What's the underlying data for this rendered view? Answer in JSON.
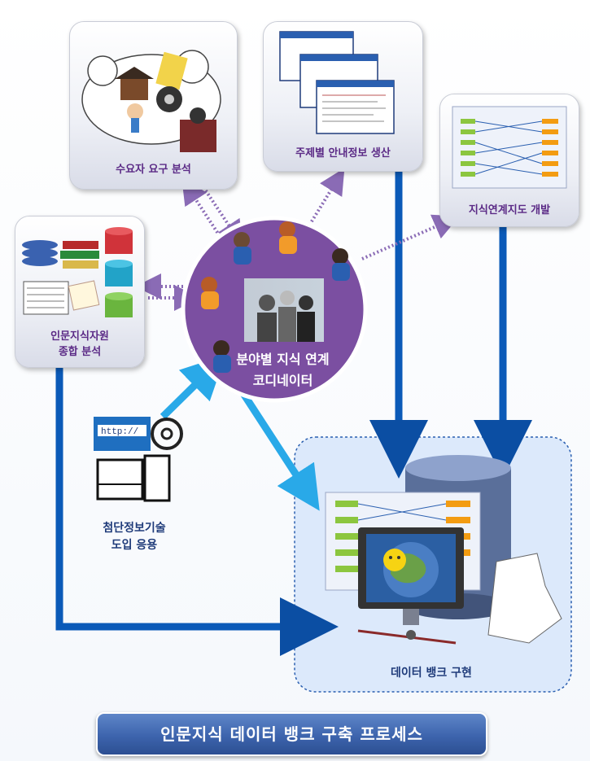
{
  "nodes": {
    "demand": {
      "label": "수요자 요구 분석",
      "icon": "clipart-culture-icon"
    },
    "topic_info": {
      "label": "주제별 안내정보 생산",
      "icon": "web-screenshots-icon"
    },
    "knowledge_map": {
      "label": "지식연계지도 개발",
      "icon": "link-map-icon"
    },
    "resource_analysis": {
      "label_line1": "인문지식자원",
      "label_line2": "종합 분석",
      "icon": "books-database-icon"
    },
    "coordinator": {
      "label_line1": "분야별 지식 연계",
      "label_line2": "코디네이터",
      "icon": "people-meeting-icon"
    },
    "tech": {
      "label_line1": "첨단정보기술",
      "label_line2": "도입 응용",
      "icon": "computer-internet-icon"
    },
    "databank": {
      "label": "데이터 뱅크 구현",
      "icon": "database-monitor-icon"
    }
  },
  "title": "인문지식 데이터 뱅크 구축 프로세스",
  "colors": {
    "accent_purple": "#7b4fa1",
    "label_purple": "#5b2a86",
    "arrow_blue": "#1f6fc0",
    "cyan_arrow": "#29a9e8",
    "title_blue": "#3d64ad"
  }
}
